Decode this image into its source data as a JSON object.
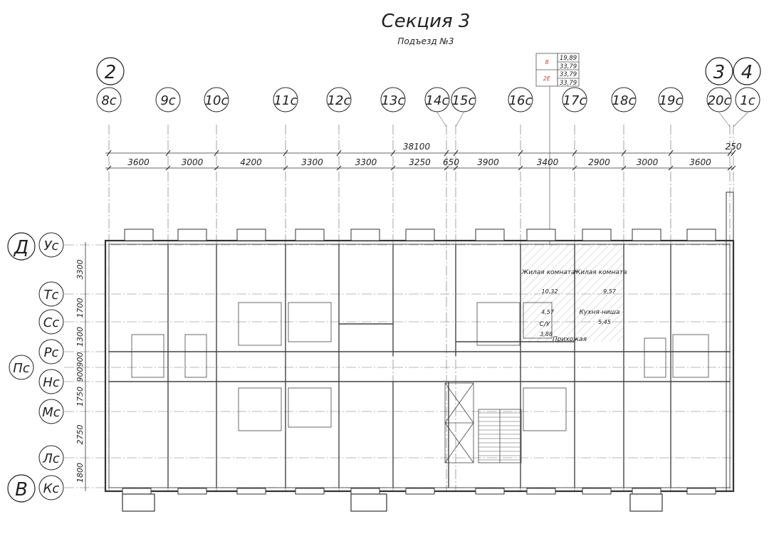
{
  "title": "Секция 3",
  "subtitle": "Подъезд №3",
  "apartment_table": {
    "rows": [
      {
        "code": "8",
        "values": [
          "19,89",
          "33,79"
        ]
      },
      {
        "code": "2E",
        "values": [
          "33,79",
          "33,79"
        ]
      }
    ],
    "code_color": "#c0392b"
  },
  "big_axis_markers": {
    "left": "2",
    "right_a": "3",
    "right_b": "4",
    "row_top": "Д",
    "row_bottom": "В"
  },
  "column_axes": [
    "8с",
    "9с",
    "10с",
    "11с",
    "12с",
    "13с",
    "14с",
    "15с",
    "16с",
    "17с",
    "18с",
    "19с",
    "20с",
    "1с"
  ],
  "overall_dimension": "38100",
  "end_dimension": "250",
  "column_dimensions": [
    "3600",
    "3000",
    "4200",
    "3300",
    "3300",
    "3250",
    "650",
    "3900",
    "3400",
    "2900",
    "3000",
    "3600"
  ],
  "row_axes": [
    "Ус",
    "Тс",
    "Сс",
    "Рс",
    "Пс",
    "Нс",
    "Мс",
    "Лс",
    "Кс"
  ],
  "row_dimensions": [
    "3300",
    "1700",
    "1300",
    "900",
    "900",
    "1750",
    "2750",
    "1800"
  ],
  "rooms": [
    {
      "name": "Жилая комната",
      "area": "10,32"
    },
    {
      "name": "Жилая комната",
      "area": "9,57"
    },
    {
      "name": "С/У",
      "area": "3,88"
    },
    {
      "name": "Кухня-ниша",
      "area": "5,45"
    },
    {
      "name": "Прихожая",
      "area": "4,57"
    }
  ]
}
